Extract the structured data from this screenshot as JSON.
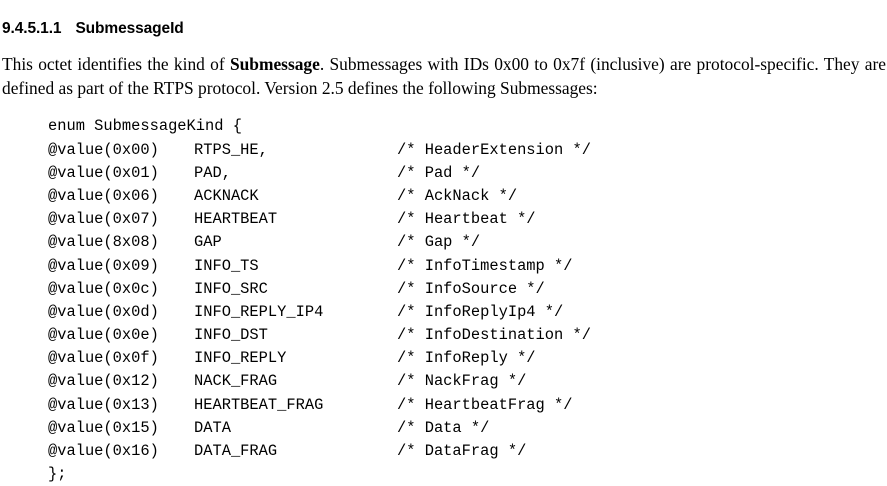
{
  "heading": {
    "number": "9.4.5.1.1",
    "title": "SubmessageId"
  },
  "paragraph": {
    "part1": "This octet identifies the kind of ",
    "emphasis": "Submessage",
    "part2": ". Submessages with IDs 0x00 to 0x7f (inclusive) are protocol-specific. They are defined as part of the RTPS protocol. Version 2.5 defines the following Submessages:"
  },
  "code": {
    "open_line": "enum SubmessageKind {",
    "close_line": "};",
    "entries": [
      {
        "value": "@value(0x00)",
        "name": "RTPS_HE,",
        "comment": "/* HeaderExtension */"
      },
      {
        "value": "@value(0x01)",
        "name": "PAD,",
        "comment": "/* Pad */"
      },
      {
        "value": "@value(0x06)",
        "name": "ACKNACK",
        "comment": "/* AckNack */"
      },
      {
        "value": "@value(0x07)",
        "name": "HEARTBEAT",
        "comment": "/* Heartbeat */"
      },
      {
        "value": "@value(8x08)",
        "name": "GAP",
        "comment": "/* Gap */"
      },
      {
        "value": "@value(0x09)",
        "name": "INFO_TS",
        "comment": "/* InfoTimestamp */"
      },
      {
        "value": "@value(0x0c)",
        "name": "INFO_SRC",
        "comment": "/* InfoSource */"
      },
      {
        "value": "@value(0x0d)",
        "name": "INFO_REPLY_IP4",
        "comment": "/* InfoReplyIp4 */"
      },
      {
        "value": "@value(0x0e)",
        "name": "INFO_DST",
        "comment": "/* InfoDestination */"
      },
      {
        "value": "@value(0x0f)",
        "name": "INFO_REPLY",
        "comment": "/* InfoReply */"
      },
      {
        "value": "@value(0x12)",
        "name": "NACK_FRAG",
        "comment": "/* NackFrag */"
      },
      {
        "value": "@value(0x13)",
        "name": "HEARTBEAT_FRAG",
        "comment": "/* HeartbeatFrag */"
      },
      {
        "value": "@value(0x15)",
        "name": "DATA",
        "comment": "/* Data */"
      },
      {
        "value": "@value(0x16)",
        "name": "DATA_FRAG",
        "comment": "/* DataFrag */"
      }
    ]
  }
}
